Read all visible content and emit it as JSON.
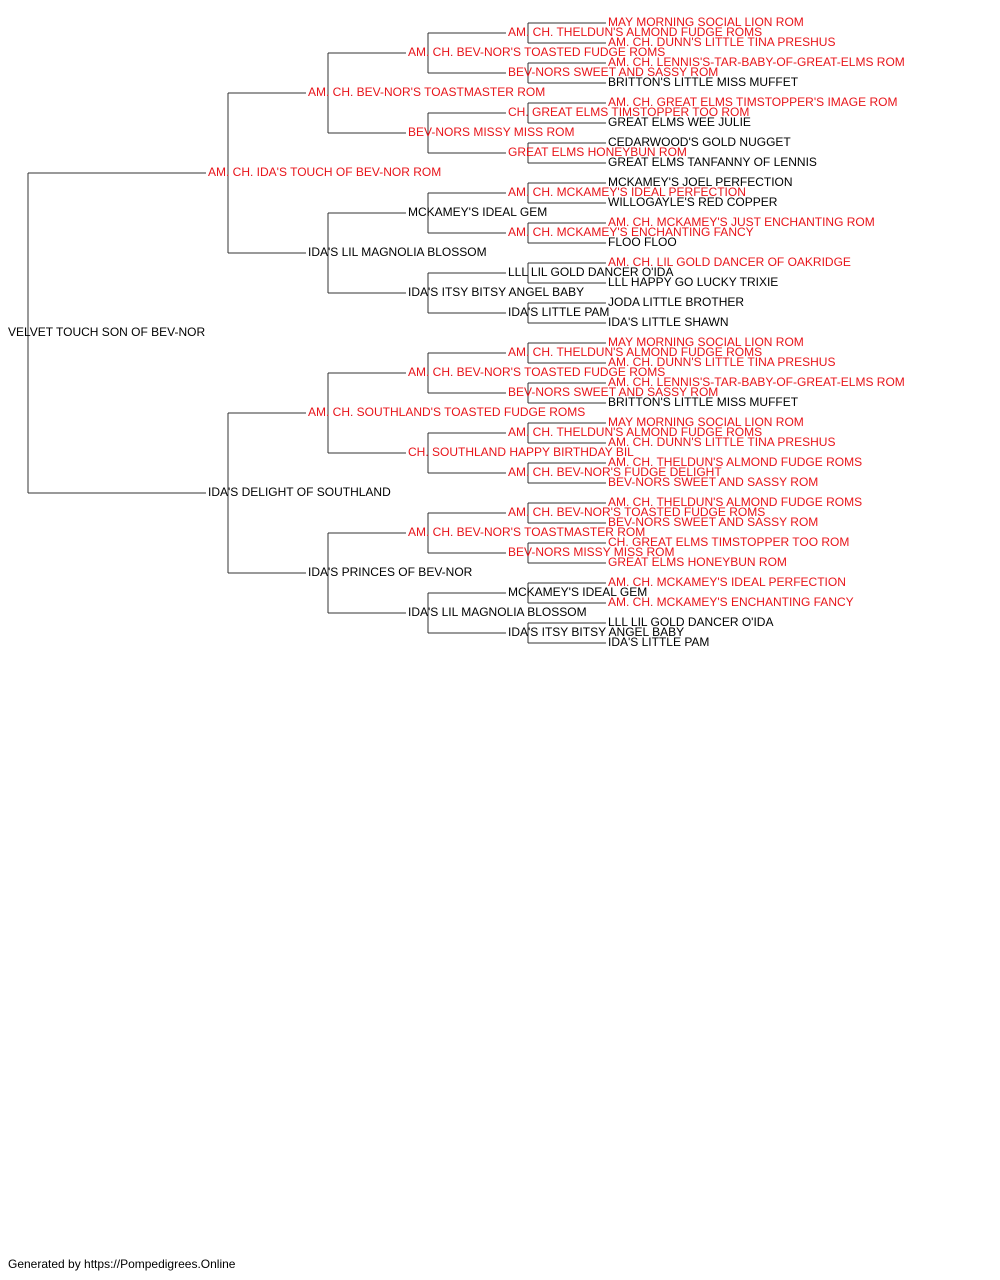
{
  "colors": {
    "titled": "#e8141a",
    "plain": "#000000",
    "connector": "#333333"
  },
  "footer": "Generated by https://Pompedigrees.Online",
  "pedigree": {
    "name": "VELVET TOUCH SON OF BEV-NOR",
    "titled": false,
    "sire": {
      "name": "AM. CH. IDA'S TOUCH OF BEV-NOR ROM",
      "titled": true,
      "sire": {
        "name": "AM. CH. BEV-NOR'S TOASTMASTER ROM",
        "titled": true,
        "sire": {
          "name": "AM. CH. BEV-NOR'S TOASTED FUDGE ROMS",
          "titled": true,
          "sire": {
            "name": "AM. CH. THELDUN'S ALMOND FUDGE ROMS",
            "titled": true,
            "sire": {
              "name": "MAY MORNING SOCIAL LION ROM",
              "titled": true
            },
            "dam": {
              "name": "AM. CH. DUNN'S LITTLE TINA PRESHUS",
              "titled": true
            }
          },
          "dam": {
            "name": "BEV-NORS SWEET AND SASSY ROM",
            "titled": true,
            "sire": {
              "name": "AM. CH. LENNIS'S-TAR-BABY-OF-GREAT-ELMS ROM",
              "titled": true
            },
            "dam": {
              "name": "BRITTON'S LITTLE MISS MUFFET",
              "titled": false
            }
          }
        },
        "dam": {
          "name": "BEV-NORS MISSY MISS ROM",
          "titled": true,
          "sire": {
            "name": "CH. GREAT ELMS TIMSTOPPER TOO ROM",
            "titled": true,
            "sire": {
              "name": "AM. CH. GREAT ELMS TIMSTOPPER'S IMAGE ROM",
              "titled": true
            },
            "dam": {
              "name": "GREAT ELMS WEE JULIE",
              "titled": false
            }
          },
          "dam": {
            "name": "GREAT ELMS HONEYBUN ROM",
            "titled": true,
            "sire": {
              "name": "CEDARWOOD'S GOLD NUGGET",
              "titled": false
            },
            "dam": {
              "name": "GREAT ELMS TANFANNY OF LENNIS",
              "titled": false
            }
          }
        }
      },
      "dam": {
        "name": "IDA'S LIL MAGNOLIA BLOSSOM",
        "titled": false,
        "sire": {
          "name": "MCKAMEY'S IDEAL GEM",
          "titled": false,
          "sire": {
            "name": "AM. CH. MCKAMEY'S IDEAL PERFECTION",
            "titled": true,
            "sire": {
              "name": "MCKAMEY'S JOEL PERFECTION",
              "titled": false
            },
            "dam": {
              "name": "WILLOGAYLE'S RED COPPER",
              "titled": false
            }
          },
          "dam": {
            "name": "AM. CH. MCKAMEY'S ENCHANTING FANCY",
            "titled": true,
            "sire": {
              "name": "AM. CH. MCKAMEY'S JUST ENCHANTING ROM",
              "titled": true
            },
            "dam": {
              "name": "FLOO FLOO",
              "titled": false
            }
          }
        },
        "dam": {
          "name": "IDA'S ITSY BITSY ANGEL BABY",
          "titled": false,
          "sire": {
            "name": "LLL LIL GOLD DANCER O'IDA",
            "titled": false,
            "sire": {
              "name": "AM. CH. LIL GOLD DANCER OF OAKRIDGE",
              "titled": true
            },
            "dam": {
              "name": "LLL HAPPY GO LUCKY TRIXIE",
              "titled": false
            }
          },
          "dam": {
            "name": "IDA'S LITTLE PAM",
            "titled": false,
            "sire": {
              "name": "JODA LITTLE BROTHER",
              "titled": false
            },
            "dam": {
              "name": "IDA'S LITTLE SHAWN",
              "titled": false
            }
          }
        }
      }
    },
    "dam": {
      "name": "IDA'S DELIGHT OF SOUTHLAND",
      "titled": false,
      "sire": {
        "name": "AM. CH. SOUTHLAND'S TOASTED FUDGE ROMS",
        "titled": true,
        "sire": {
          "name": "AM. CH. BEV-NOR'S TOASTED FUDGE ROMS",
          "titled": true,
          "sire": {
            "name": "AM. CH. THELDUN'S ALMOND FUDGE ROMS",
            "titled": true,
            "sire": {
              "name": "MAY MORNING SOCIAL LION ROM",
              "titled": true
            },
            "dam": {
              "name": "AM. CH. DUNN'S LITTLE TINA PRESHUS",
              "titled": true
            }
          },
          "dam": {
            "name": "BEV-NORS SWEET AND SASSY ROM",
            "titled": true,
            "sire": {
              "name": "AM. CH. LENNIS'S-TAR-BABY-OF-GREAT-ELMS ROM",
              "titled": true
            },
            "dam": {
              "name": "BRITTON'S LITTLE MISS MUFFET",
              "titled": false
            }
          }
        },
        "dam": {
          "name": "CH. SOUTHLAND HAPPY BIRTHDAY BIL",
          "titled": true,
          "sire": {
            "name": "AM. CH. THELDUN'S ALMOND FUDGE ROMS",
            "titled": true,
            "sire": {
              "name": "MAY MORNING SOCIAL LION ROM",
              "titled": true
            },
            "dam": {
              "name": "AM. CH. DUNN'S LITTLE TINA PRESHUS",
              "titled": true
            }
          },
          "dam": {
            "name": "AM. CH. BEV-NOR'S FUDGE DELIGHT",
            "titled": true,
            "sire": {
              "name": "AM. CH. THELDUN'S ALMOND FUDGE ROMS",
              "titled": true
            },
            "dam": {
              "name": "BEV-NORS SWEET AND SASSY ROM",
              "titled": true
            }
          }
        }
      },
      "dam": {
        "name": "IDA'S PRINCES OF BEV-NOR",
        "titled": false,
        "sire": {
          "name": "AM. CH. BEV-NOR'S TOASTMASTER ROM",
          "titled": true,
          "sire": {
            "name": "AM. CH. BEV-NOR'S TOASTED FUDGE ROMS",
            "titled": true,
            "sire": {
              "name": "AM. CH. THELDUN'S ALMOND FUDGE ROMS",
              "titled": true
            },
            "dam": {
              "name": "BEV-NORS SWEET AND SASSY ROM",
              "titled": true
            }
          },
          "dam": {
            "name": "BEV-NORS MISSY MISS ROM",
            "titled": true,
            "sire": {
              "name": "CH. GREAT ELMS TIMSTOPPER TOO ROM",
              "titled": true
            },
            "dam": {
              "name": "GREAT ELMS HONEYBUN ROM",
              "titled": true
            }
          }
        },
        "dam": {
          "name": "IDA'S LIL MAGNOLIA BLOSSOM",
          "titled": false,
          "sire": {
            "name": "MCKAMEY'S IDEAL GEM",
            "titled": false,
            "sire": {
              "name": "AM. CH. MCKAMEY'S IDEAL PERFECTION",
              "titled": true
            },
            "dam": {
              "name": "AM. CH. MCKAMEY'S ENCHANTING FANCY",
              "titled": true
            }
          },
          "dam": {
            "name": "IDA'S ITSY BITSY ANGEL BABY",
            "titled": false,
            "sire": {
              "name": "LLL LIL GOLD DANCER O'IDA",
              "titled": false
            },
            "dam": {
              "name": "IDA'S LITTLE PAM",
              "titled": false
            }
          }
        }
      }
    }
  }
}
